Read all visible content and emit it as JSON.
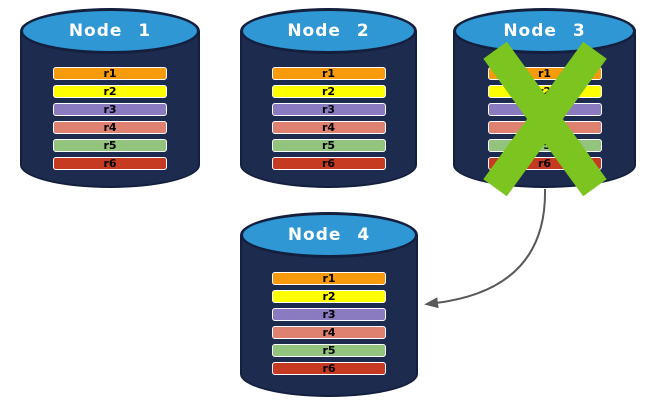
{
  "diagram": {
    "nodes": [
      {
        "id": "node-1",
        "label": "Node 1",
        "failed": false
      },
      {
        "id": "node-2",
        "label": "Node 2",
        "failed": false
      },
      {
        "id": "node-3",
        "label": "Node 3",
        "failed": true
      },
      {
        "id": "node-4",
        "label": "Node 4",
        "failed": false
      }
    ],
    "rows": [
      {
        "label": "r1",
        "color": "#F79A0B"
      },
      {
        "label": "r2",
        "color": "#FFFF00"
      },
      {
        "label": "r3",
        "color": "#8A7AC0"
      },
      {
        "label": "r4",
        "color": "#DF8170"
      },
      {
        "label": "r5",
        "color": "#93C47D"
      },
      {
        "label": "r6",
        "color": "#C63A22"
      }
    ],
    "arrow": {
      "from": "node-3",
      "to": "node-4"
    },
    "colors": {
      "cylinder_body": "#1D2B4F",
      "cylinder_edge": "#141F3D",
      "cylinder_top": "#2E97D4",
      "node_label_text": "#FFFFFF",
      "bar_border": "#FFFFFF",
      "bar_text": "#000000",
      "x_mark": "#7CC521",
      "arrow": "#595959",
      "background": "#FFFFFF"
    }
  }
}
